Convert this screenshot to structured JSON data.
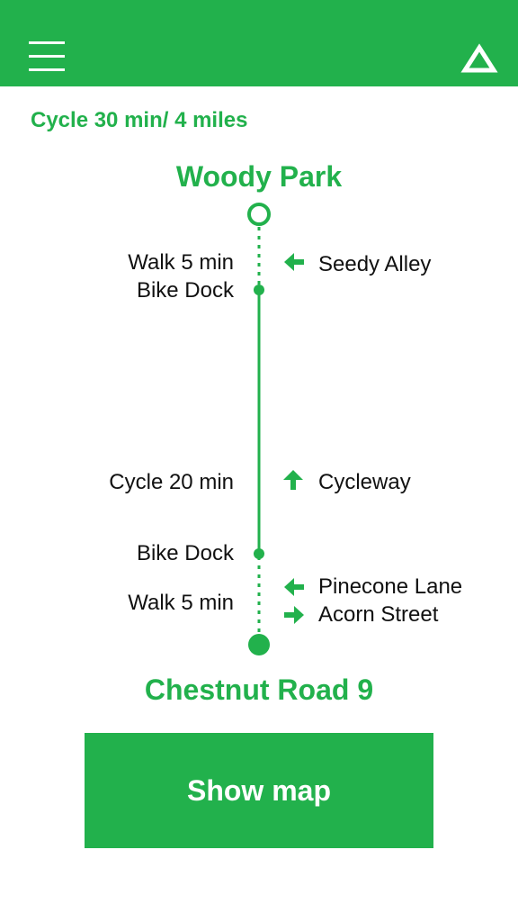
{
  "colors": {
    "accent": "#22b14c",
    "text": "#111111",
    "background": "#ffffff"
  },
  "header": {
    "menu_icon": "hamburger-menu-icon",
    "logo_icon": "triangle-logo-icon"
  },
  "summary": "Cycle 30 min/ 4 miles",
  "origin": "Woody Park",
  "destination": "Chestnut Road 9",
  "steps": {
    "walk_start": "Walk 5 min",
    "dock_start": "Bike Dock",
    "cycle": "Cycle 20 min",
    "dock_end": "Bike Dock",
    "walk_end": "Walk 5 min"
  },
  "directions": [
    {
      "label": "Seedy Alley",
      "icon": "turn-left-arrow-icon"
    },
    {
      "label": "Cycleway",
      "icon": "straight-arrow-icon"
    },
    {
      "label": "Pinecone Lane",
      "icon": "turn-left-arrow-icon"
    },
    {
      "label": "Acorn Street",
      "icon": "turn-right-arrow-icon"
    }
  ],
  "button": {
    "label": "Show map"
  }
}
